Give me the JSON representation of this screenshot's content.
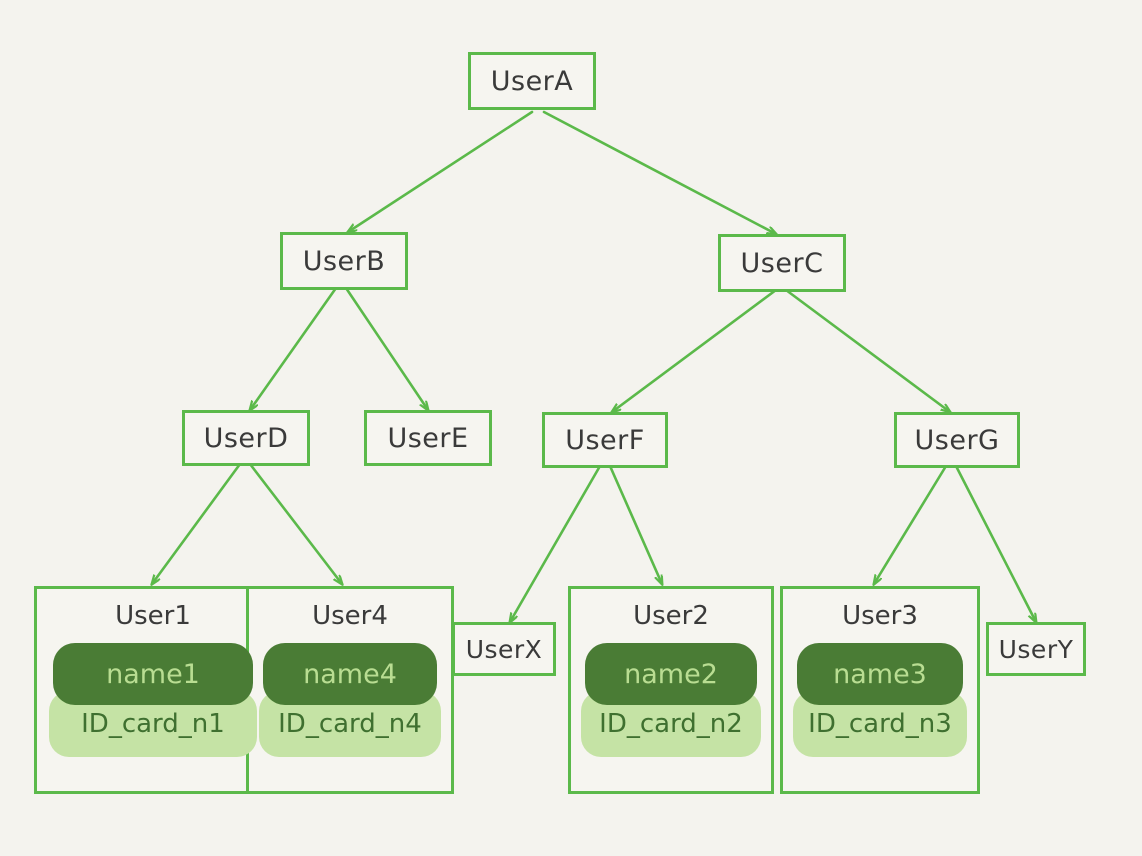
{
  "diagram": {
    "type": "tree",
    "title": "",
    "background_color": "#f4f3ee",
    "node_border_color": "#5bb94a",
    "node_fill_color": "#f6f5f0",
    "node_text_color": "#3a3a3a",
    "edge_color": "#5bb94a",
    "name_pill_color": "#4a7c35",
    "name_pill_text_color": "#b9dd92",
    "id_pill_color": "#c5e3a5",
    "id_pill_text_color": "#3f7030"
  },
  "nodes": {
    "userA": {
      "label": "UserA"
    },
    "userB": {
      "label": "UserB"
    },
    "userC": {
      "label": "UserC"
    },
    "userD": {
      "label": "UserD"
    },
    "userE": {
      "label": "UserE"
    },
    "userF": {
      "label": "UserF"
    },
    "userG": {
      "label": "UserG"
    },
    "userX": {
      "label": "UserX"
    },
    "userY": {
      "label": "UserY"
    }
  },
  "cards": {
    "user1": {
      "title": "User1",
      "name": "name1",
      "id": "ID_card_n1"
    },
    "user4": {
      "title": "User4",
      "name": "name4",
      "id": "ID_card_n4"
    },
    "user2": {
      "title": "User2",
      "name": "name2",
      "id": "ID_card_n2"
    },
    "user3": {
      "title": "User3",
      "name": "name3",
      "id": "ID_card_n3"
    }
  },
  "edges": [
    {
      "from": "UserA",
      "to": "UserB"
    },
    {
      "from": "UserA",
      "to": "UserC"
    },
    {
      "from": "UserB",
      "to": "UserD"
    },
    {
      "from": "UserB",
      "to": "UserE"
    },
    {
      "from": "UserC",
      "to": "UserF"
    },
    {
      "from": "UserC",
      "to": "UserG"
    },
    {
      "from": "UserD",
      "to": "User1"
    },
    {
      "from": "UserD",
      "to": "User4"
    },
    {
      "from": "UserF",
      "to": "UserX"
    },
    {
      "from": "UserF",
      "to": "User2"
    },
    {
      "from": "UserG",
      "to": "User3"
    },
    {
      "from": "UserG",
      "to": "UserY"
    }
  ]
}
